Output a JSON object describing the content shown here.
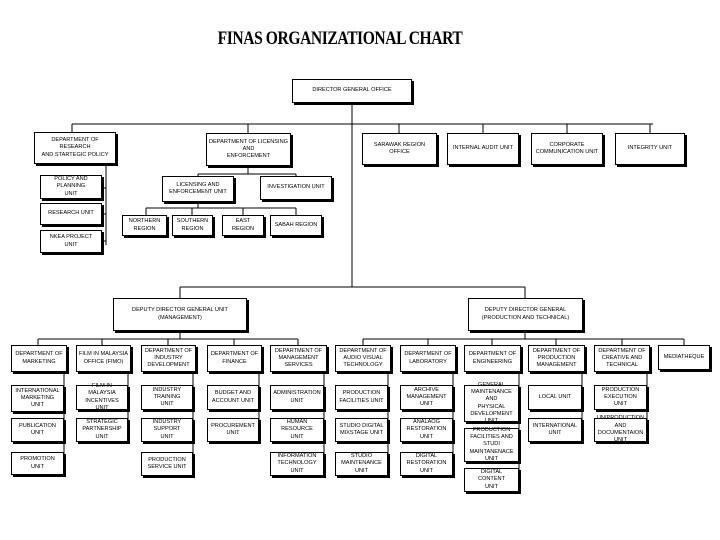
{
  "title": "FINAS ORGANIZATIONAL CHART",
  "nodes": {
    "dg": "DIRECTOR GENERAL OFFICE",
    "dept_research": "DEPARTMENT OF RESEARCH\nAND STARTEGIC POLICY",
    "policy_planning": "POLICY AND PLANNING\nUNIT",
    "research_unit": "RESEARCH UNIT",
    "nkea": "NKEA PROJECT UNIT",
    "dept_licensing": "DEPARTMENT OF LICENSING AND\nENFORCEMENT",
    "licensing_unit": "LICENSING AND\nENFORCEMENT UNIT",
    "investigation": "INVESTIGATION UNIT",
    "northern": "NORTHERN\nREGION",
    "southern": "SOUTHERN\nREGION",
    "east": "EAST REGION",
    "sabah": "SABAH REGION",
    "sarawak": "SARAWAK REGION OFFICE",
    "internal_audit": "INTERNAL AUDIT UNIT",
    "corporate_comm": "CORPORATE\nCOMMUNICATION UNIT",
    "integrity": "INTEGRITY UNIT",
    "ddg_mgmt": "DEPUTY DIRECTOR GENERAL UNIT\n(MANAGEMENT)",
    "ddg_prod": "DEPUTY DIRECTOR GENERAL\n(PRODUCTION AND TECHNICAL)",
    "dept_marketing": "DEPARTMENT OF\nMARKETING",
    "intl_marketing": "INTERNATIONAL\nMARKETING UNIT",
    "publication": "PUBLICATION\nUNIT",
    "promotion": "PROMOTION UNIT",
    "fibo": "FILM IN MALAYSIA\nOFFICE (FIMO)",
    "fim_incentives": "FILM IN MALAYSIA\nINCENTIVES UNIT",
    "strategic_partnership": "STRATEGIC\nPARTNERSHIP UNIT",
    "dept_industry": "DEPARTMENT OF\nINDUSTRY\nDEVELOPMENT",
    "industry_training": "INDUSTRY TRAINING\nUNIT",
    "industry_support": "INDUSTRY SUPPORT\nUNIT",
    "production_service": "PRODUCTION\nSERVICE UNIT",
    "dept_finance": "DEPARTMENT OF\nFINANCE",
    "budget_account": "BUDGET AND\nACCOUNT UNIT",
    "procurement": "PROCUREMENT UNIT",
    "dept_mgmt_services": "DEPARTMENT OF\nMANAGEMENT\nSERVICES",
    "administration": "ADMINISTRATION\nUNIT",
    "human_resource": "HUMAN RESOURCE\nUNIT",
    "info_tech": "INFORMATION\nTECHNOLOGY UNIT",
    "dept_audio_visual": "DEPARTMENT OF\nAUDIO VISUAL\nTECHNOLOGY",
    "production_facilities": "PRODUCTION\nFACILITIES UNIT",
    "studio_mixstage": "STUDIO DIGITAL\nMIXSTAGE UNIT",
    "studio_maintenance": "STUDIO\nMAINTENANCE UNIT",
    "dept_laboratory": "DEPARTMENT OF\nLABORATORY",
    "archive_mgmt": "ARCHIVE\nMANAGEMENT UNIT",
    "analog_restoration": "ANALAOG\nRESTORATION UNIT",
    "digital_restoration": "DIGITAL\nRESTORATION UNIT",
    "dept_engineering": "DEPARTMENT OF\nENGINEERING",
    "general_maintenance": "GENERAL\nMAINTENANCE AND\nPHYSICAL\nDEVELOPMENT UNIT",
    "prod_facilities_studio": "PRODUCTION\nFACILITIES AND\nSTUDI\nMAINTANENACE UNIT",
    "digital_content": "DIGITAL CONTENT\nUNIT",
    "dept_prod_mgmt": "DEPARTMENT OF\nPRODUCTION\nMANAGEMENT",
    "local_unit": "LOCAL UNIT",
    "international_unit": "INTERNATIONAL UNIT",
    "dept_creative": "DEPARTMENT OF\nCREATIVE AND\nTECHNICAL",
    "production_execution": "PRODUCTION\nEXECUTION UNIT",
    "uniproduction": "UNIPRODUCTION AND\nDOCUMENTAION UNIT",
    "mediatheque": "MEDIATHEQUE"
  }
}
